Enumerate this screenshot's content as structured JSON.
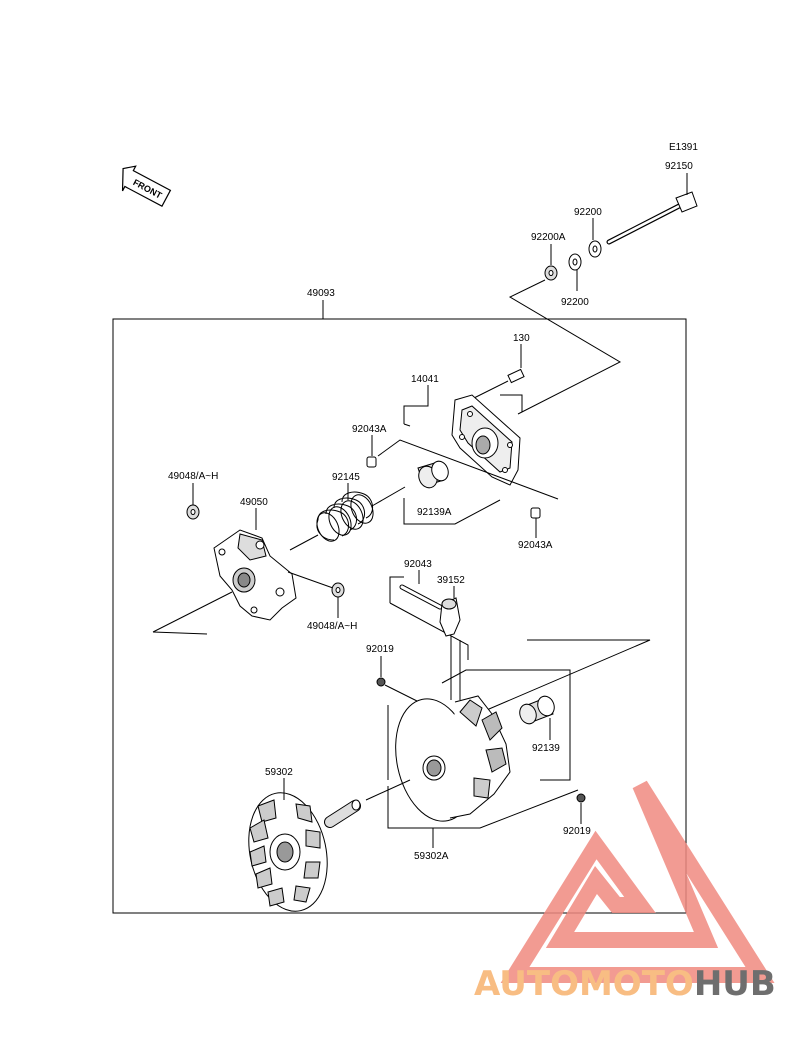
{
  "front_badge": "FRONT",
  "labels": {
    "e1391": "E1391",
    "p92150": "92150",
    "p92200_top": "92200",
    "p92200a": "92200A",
    "p92200_bottom": "92200",
    "p49093": "49093",
    "p130": "130",
    "p14041": "14041",
    "p92043a_top": "92043A",
    "p92145": "92145",
    "p92139a": "92139A",
    "p92043a_right": "92043A",
    "p49048_top": "49048/A~H",
    "p49050": "49050",
    "p49048_bottom": "49048/A~H",
    "p92043": "92043",
    "p39152": "39152",
    "p92019_top": "92019",
    "p92139": "92139",
    "p92019_bottom": "92019",
    "p59302": "59302",
    "p59302a": "59302A"
  },
  "watermark": {
    "part1": "AUTOMOTO",
    "part2": "HUB",
    "color1": "#f7b26e",
    "color2": "#555555",
    "triangle_color": "#f08a80"
  }
}
